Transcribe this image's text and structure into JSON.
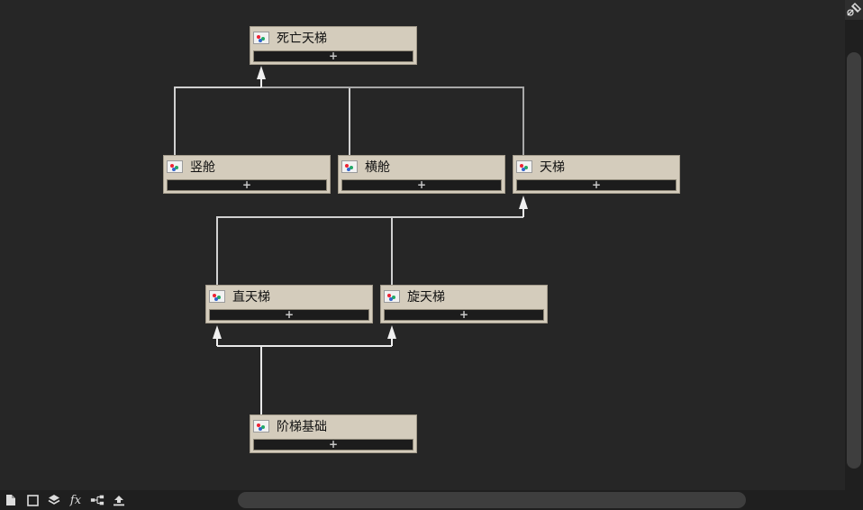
{
  "canvas": {
    "nodes": [
      {
        "id": "n1",
        "title": "死亡天梯",
        "add_label": "+"
      },
      {
        "id": "n2",
        "title": "竖舱",
        "add_label": "+"
      },
      {
        "id": "n3",
        "title": "横舱",
        "add_label": "+"
      },
      {
        "id": "n4",
        "title": "天梯",
        "add_label": "+"
      },
      {
        "id": "n5",
        "title": "直天梯",
        "add_label": "+"
      },
      {
        "id": "n6",
        "title": "旋天梯",
        "add_label": "+"
      },
      {
        "id": "n7",
        "title": "阶梯基础",
        "add_label": "+"
      }
    ],
    "edges": [
      {
        "from": "竖舱",
        "to": "死亡天梯"
      },
      {
        "from": "横舱",
        "to": "死亡天梯"
      },
      {
        "from": "天梯",
        "to": "死亡天梯"
      },
      {
        "from": "直天梯",
        "to": "天梯"
      },
      {
        "from": "旋天梯",
        "to": "天梯"
      },
      {
        "from": "阶梯基础",
        "to": "直天梯"
      },
      {
        "from": "阶梯基础",
        "to": "旋天梯"
      }
    ]
  },
  "toolbar": {
    "buttons": [
      "new-page-icon",
      "square-icon",
      "layers-icon",
      "fx-icon",
      "hierarchy-icon",
      "upload-icon"
    ],
    "fx_label": "fx"
  },
  "colors": {
    "canvas_bg": "#262626",
    "node_bg": "#d4ccbc",
    "edge": "#d0d0d0"
  }
}
